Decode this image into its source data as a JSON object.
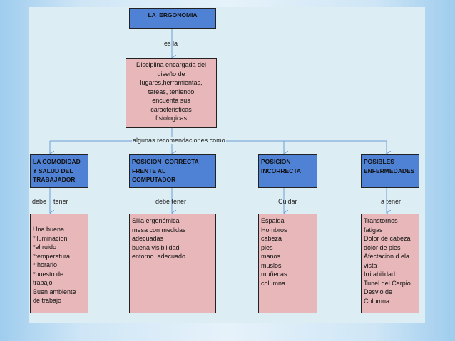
{
  "root": {
    "title": "LA  ERGONOMIA"
  },
  "link_1": "es la",
  "definition": [
    "Disciplina encargada del",
    "diseño de",
    "lugares,herramientas,",
    "tareas, teniendo",
    "encuenta sus",
    "caracteristicas",
    "fisiologicas"
  ],
  "link_2": "algunas recomendaciones como",
  "categories": [
    {
      "title": [
        "LA COMODIDAD",
        "Y SALUD DEL",
        "TRABAJADOR"
      ],
      "verb": "debe    tener",
      "details": [
        "Una buena",
        "*iluminacion",
        "*el ruido",
        "*temperatura",
        "* horario",
        "*puesto de",
        "trabajo",
        "Buen ambiente",
        "de trabajo"
      ]
    },
    {
      "title": [
        "POSICION  CORRECTA",
        "FRENTE AL",
        "COMPUTADOR"
      ],
      "verb": "debe tener",
      "details": [
        "Silla ergonómica",
        "mesa con medidas",
        "adecuadas",
        "buena visibilidad",
        "entorno  adecuado"
      ]
    },
    {
      "title": [
        "POSICION",
        "INCORRECTA"
      ],
      "verb": "Cuidar",
      "details": [
        "Espalda",
        "Hombros",
        "cabeza",
        "pies",
        "manos",
        "muslos",
        "muñecas",
        "columna"
      ]
    },
    {
      "title": [
        "POSIBLES",
        "ENFERMEDADES"
      ],
      "verb": "a tener",
      "details": [
        "Transtornos",
        "fatigas",
        "Dolor de cabeza",
        "dolor de pies",
        "Afectacion d ela",
        "vista",
        "Irritabilidad",
        "Tunel del Carpio",
        "Desvio de",
        "Columna"
      ]
    }
  ],
  "colors": {
    "blue_box": "#4f81d5",
    "pink_box": "#e7b7b9",
    "connector": "#6d9fd6",
    "panel": "#dcedf3"
  }
}
